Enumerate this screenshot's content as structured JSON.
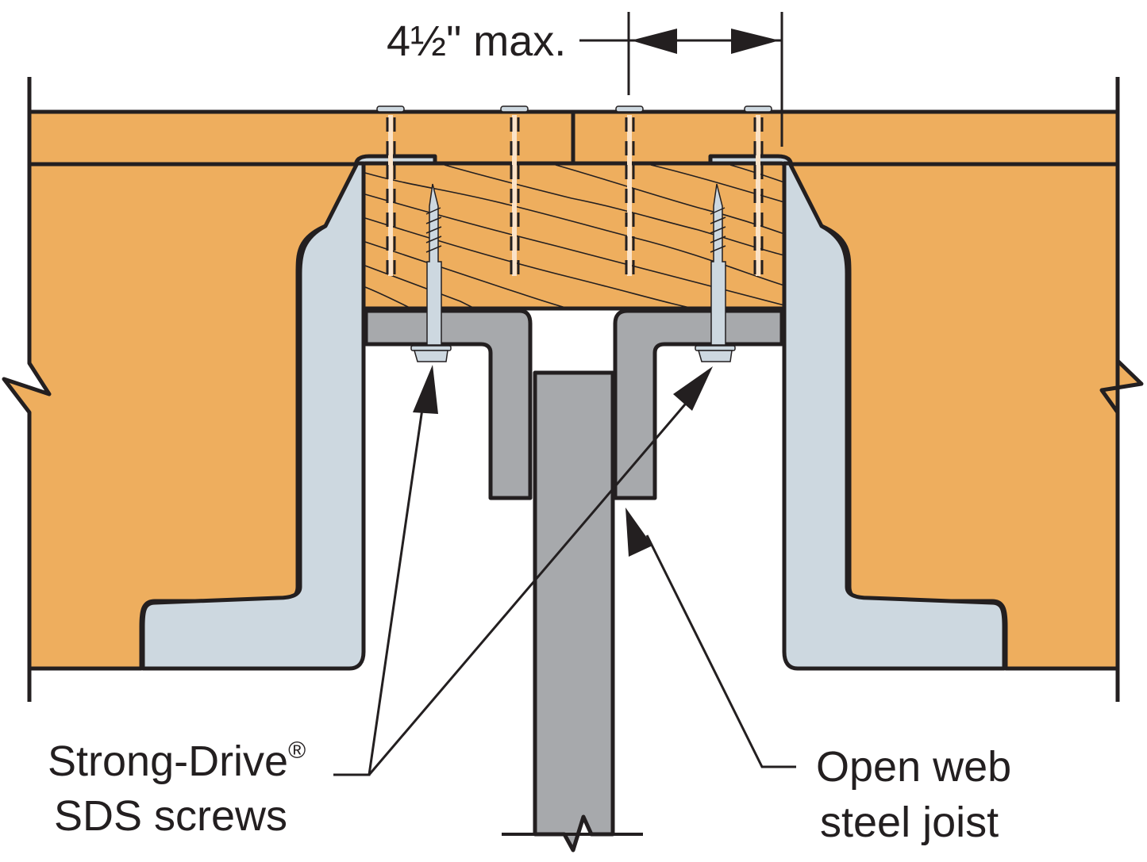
{
  "diagram": {
    "title": "Hanger on open web steel joist with wood nailer",
    "dimension_label": {
      "value": "4½\" max."
    },
    "callouts": {
      "screws": {
        "line1": "Strong-Drive",
        "registered_mark": "®",
        "line2": "SDS screws"
      },
      "joist": {
        "line1": "Open web",
        "line2": "steel joist"
      }
    },
    "colors": {
      "wood": "#eeae5e",
      "hanger": "#cdd8e0",
      "steel": "#a7a9ac",
      "outline": "#231f20"
    }
  }
}
